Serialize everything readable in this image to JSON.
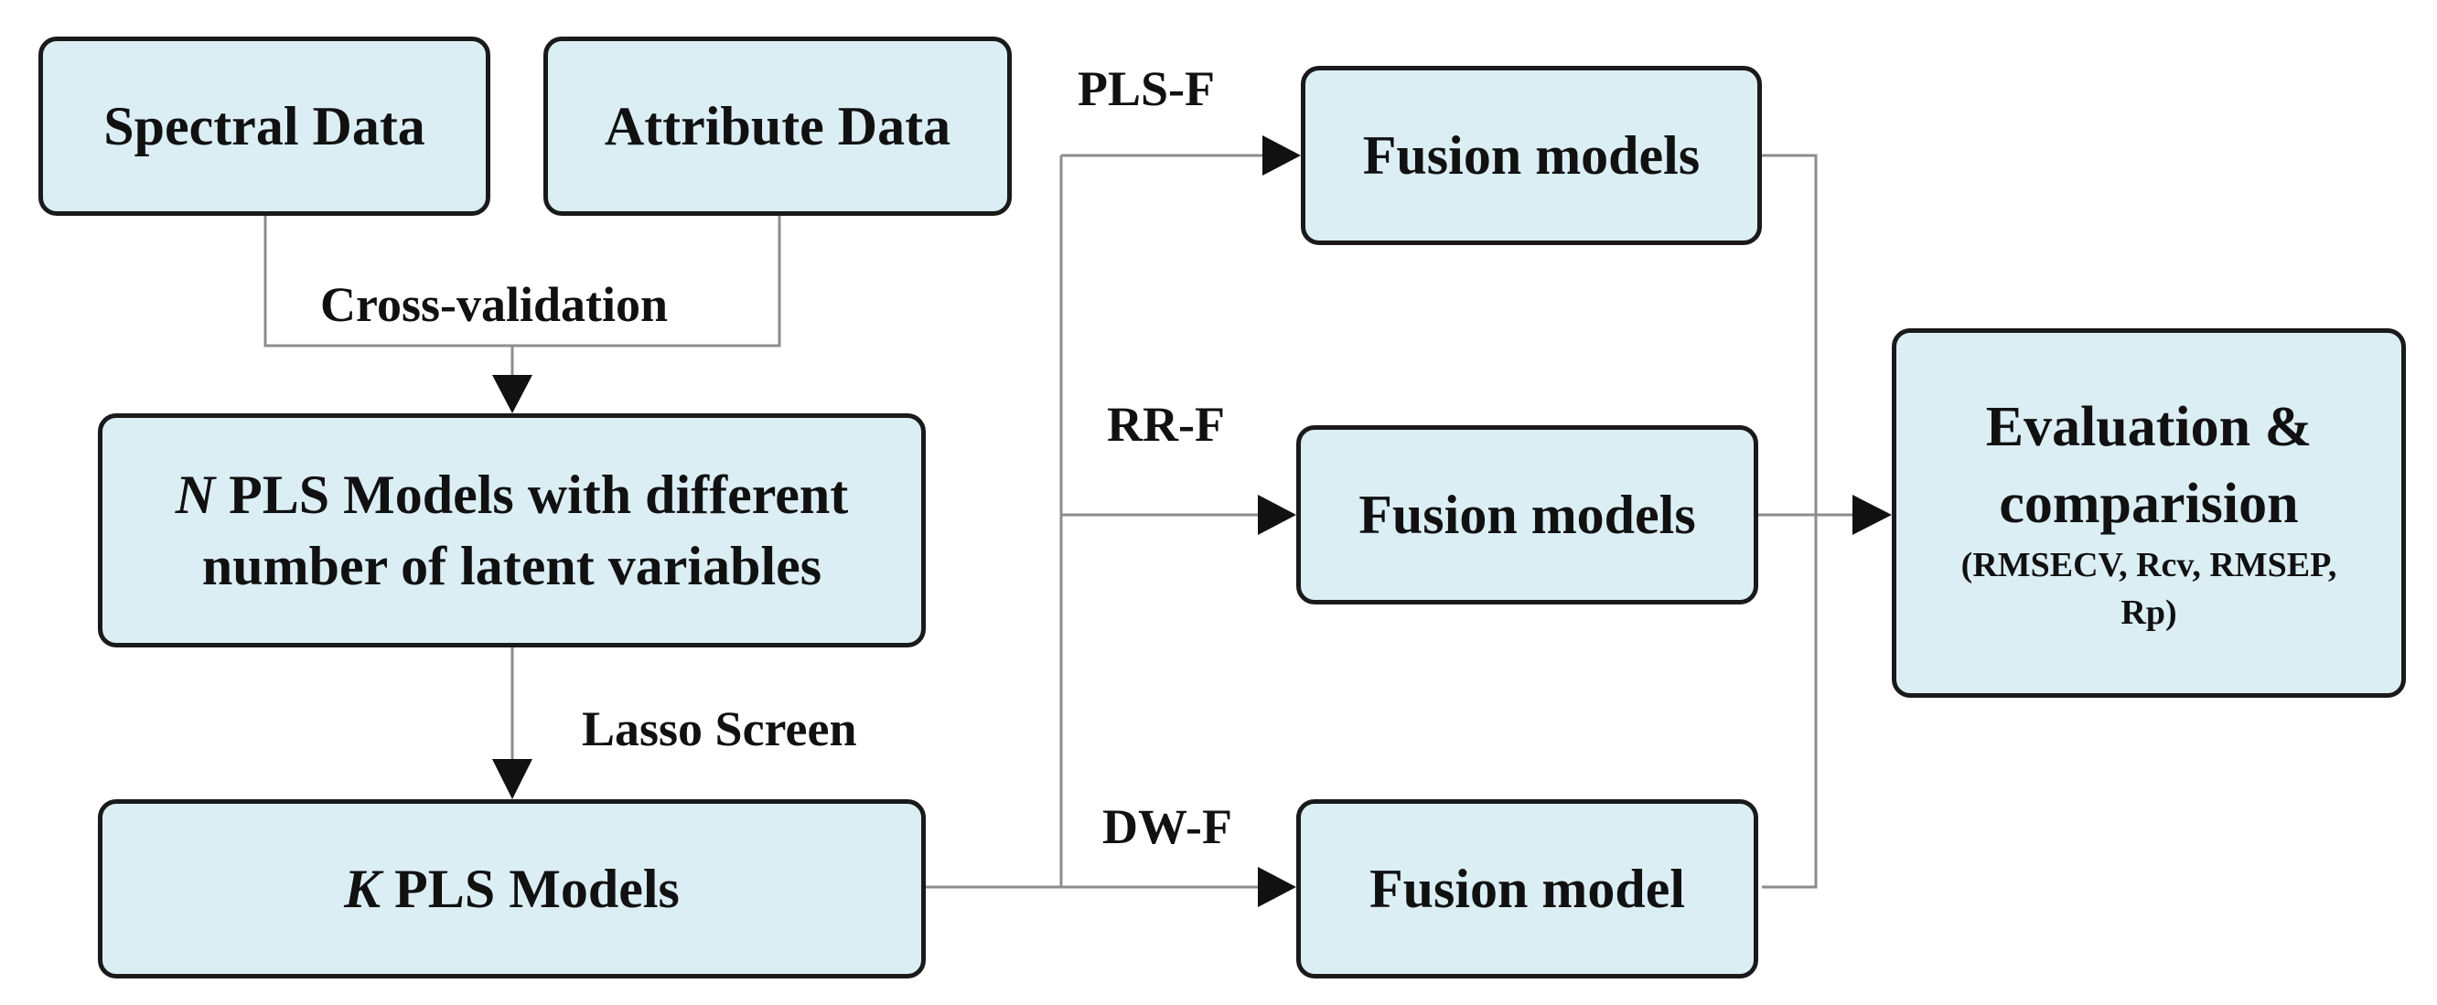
{
  "boxes": {
    "spectral": "Spectral Data",
    "attribute": "Attribute Data",
    "n_models": {
      "var": "N",
      "line1_rest": " PLS Models with different",
      "line2": "number of latent variables"
    },
    "k_models": {
      "var": "K",
      "rest": " PLS Models"
    },
    "fusion_pls": "Fusion models",
    "fusion_rr": "Fusion models",
    "fusion_dw": "Fusion model",
    "evaluation": {
      "line1": "Evaluation &",
      "line2": "comparision",
      "line3": "(RMSECV, Rcv, RMSEP,",
      "line4": "Rp)"
    }
  },
  "labels": {
    "cross_validation": "Cross-validation",
    "lasso_screen": "Lasso Screen",
    "pls_f": "PLS-F",
    "rr_f": "RR-F",
    "dw_f": "DW-F"
  },
  "colors": {
    "box_fill": "#dbeef4",
    "box_border": "#1a1a1a",
    "connector": "#8c8c8c",
    "arrowhead": "#111111"
  }
}
